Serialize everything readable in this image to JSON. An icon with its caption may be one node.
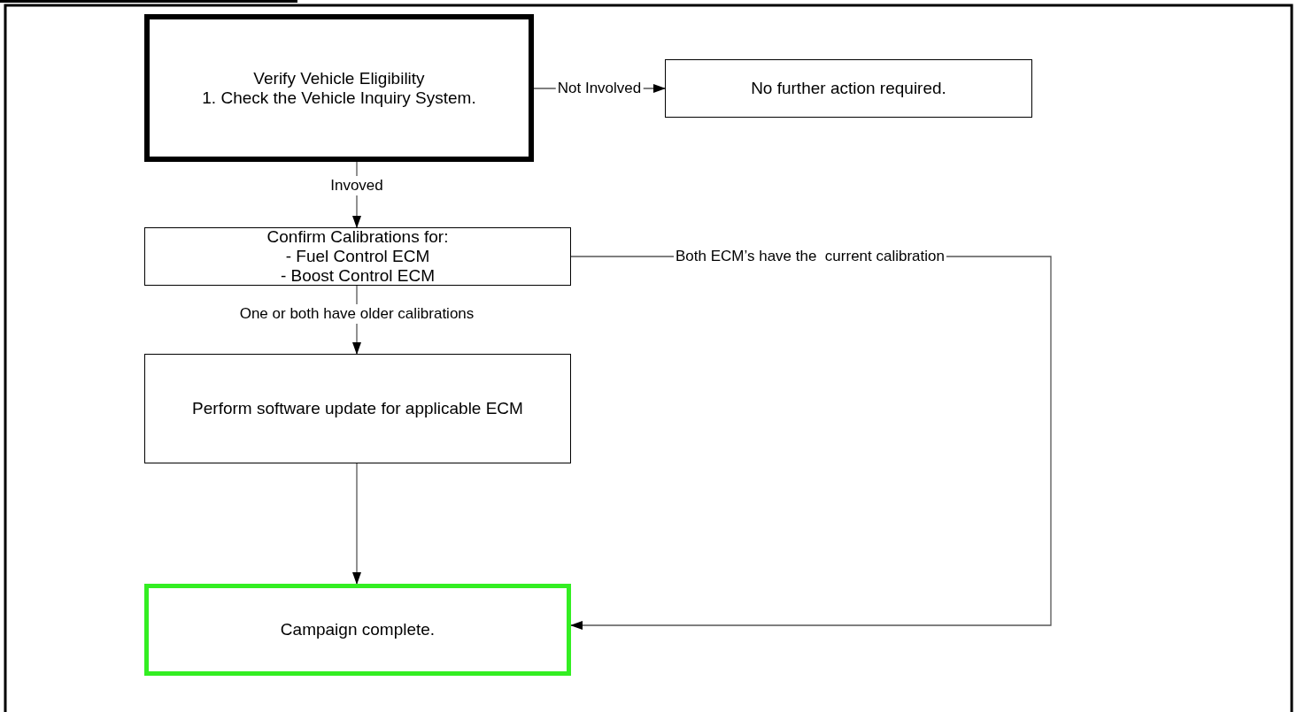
{
  "diagram": {
    "nodes": [
      {
        "text": [
          "Verify Vehicle Eligibility",
          "1. Check the Vehicle Inquiry System."
        ]
      },
      {
        "text": [
          "No further action required."
        ]
      },
      {
        "text": [
          "Confirm Calibrations for:",
          "- Fuel Control ECM",
          "- Boost Control ECM"
        ]
      },
      {
        "text": [
          "Perform software update for applicable ECM"
        ]
      },
      {
        "text": [
          "Campaign complete."
        ]
      }
    ],
    "edges": [
      {
        "from": 0,
        "to": 1,
        "arrow": "to",
        "label": "Not Involved"
      },
      {
        "from": 0,
        "to": 2,
        "arrow": "to",
        "label": "Invoved"
      },
      {
        "from": 2,
        "to": 4,
        "arrow": "to",
        "label": "Both ECM’s have the  current calibration"
      },
      {
        "from": 2,
        "to": 3,
        "arrow": "to",
        "label": "One or both have older calibrations"
      },
      {
        "from": 3,
        "to": 4,
        "arrow": "to"
      }
    ]
  }
}
